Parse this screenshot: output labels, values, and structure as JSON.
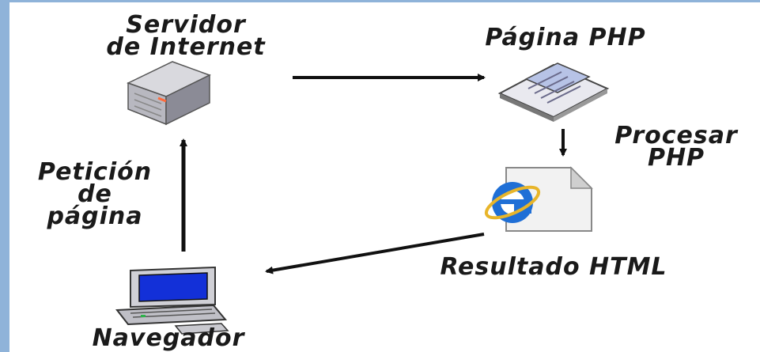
{
  "labels": {
    "server_line1": "Servidor",
    "server_line2": "de Internet",
    "php_page": "Página PHP",
    "process_line1": "Procesar",
    "process_line2": "PHP",
    "request_line1": "Petición",
    "request_line2": "de",
    "request_line3": "página",
    "result": "Resultado HTML",
    "browser": "Navegador"
  },
  "icons": [
    "server-icon",
    "php-page-icon",
    "html-ie-document-icon",
    "computer-browser-icon"
  ],
  "colors": {
    "frame": "#8fb3d9",
    "ie_blue": "#1f6fd6",
    "screen_blue": "#1330d8"
  }
}
